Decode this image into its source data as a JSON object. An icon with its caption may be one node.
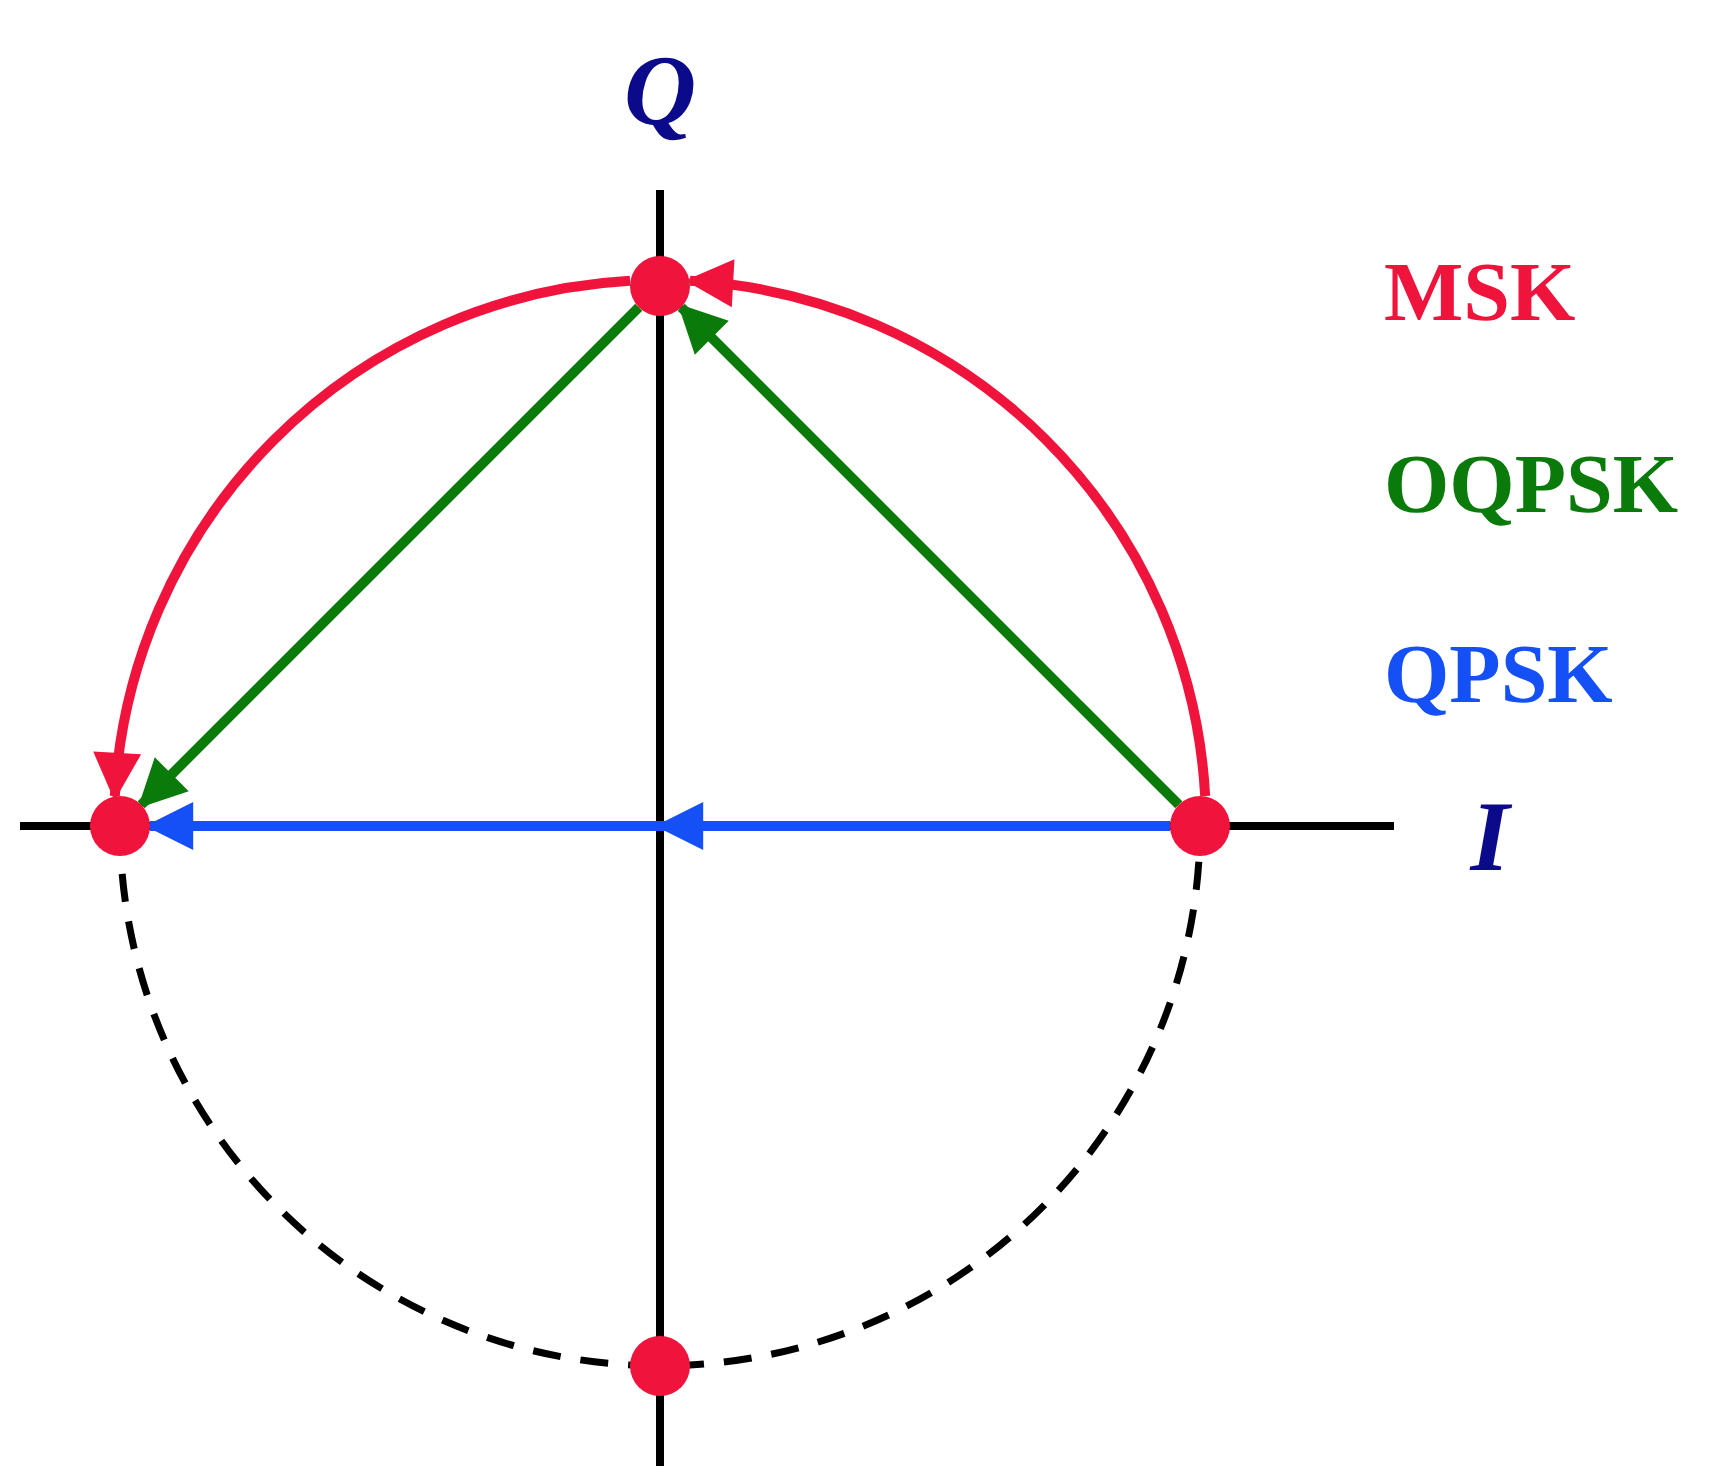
{
  "diagram": {
    "nodes": [
      {
        "text": [],
        "shape": "circle"
      },
      {
        "text": [],
        "shape": "circle"
      },
      {
        "text": [],
        "shape": "circle"
      },
      {
        "text": [],
        "shape": "circle"
      }
    ],
    "edges": [
      {
        "from": 2,
        "to": 0,
        "arrow": "to",
        "color": "#f0143c"
      },
      {
        "from": 0,
        "to": 1,
        "arrow": "to",
        "color": "#f0143c"
      },
      {
        "from": 2,
        "to": 0,
        "arrow": "to",
        "color": "#0a7a0a"
      },
      {
        "from": 0,
        "to": 1,
        "arrow": "to",
        "color": "#0a7a0a"
      },
      {
        "from": 2,
        "to": 1,
        "arrow": "to",
        "color": "#1450f5"
      }
    ],
    "labels": [
      "Q",
      "I"
    ],
    "legend": [
      {
        "text": "MSK",
        "color": "#f0143c"
      },
      {
        "text": "OQPSK",
        "color": "#0a7a0a"
      },
      {
        "text": "QPSK",
        "color": "#1450f5"
      }
    ]
  }
}
